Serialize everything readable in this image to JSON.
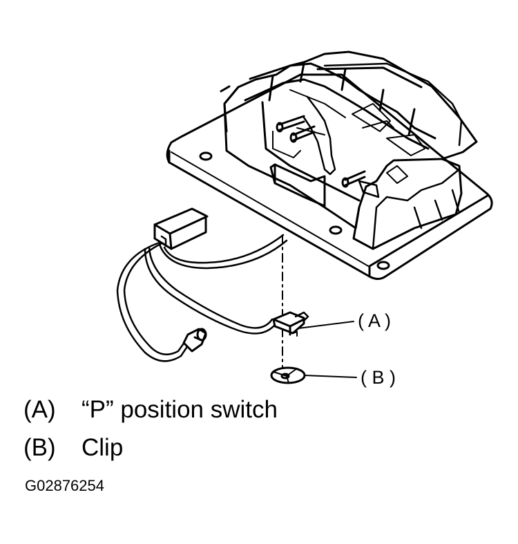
{
  "callouts": {
    "a": "( A )",
    "b": "( B )"
  },
  "legend": [
    {
      "key": "(A)",
      "text": "“P” position switch"
    },
    {
      "key": "(B)",
      "text": "Clip"
    }
  ],
  "figure_id": "G02876254"
}
